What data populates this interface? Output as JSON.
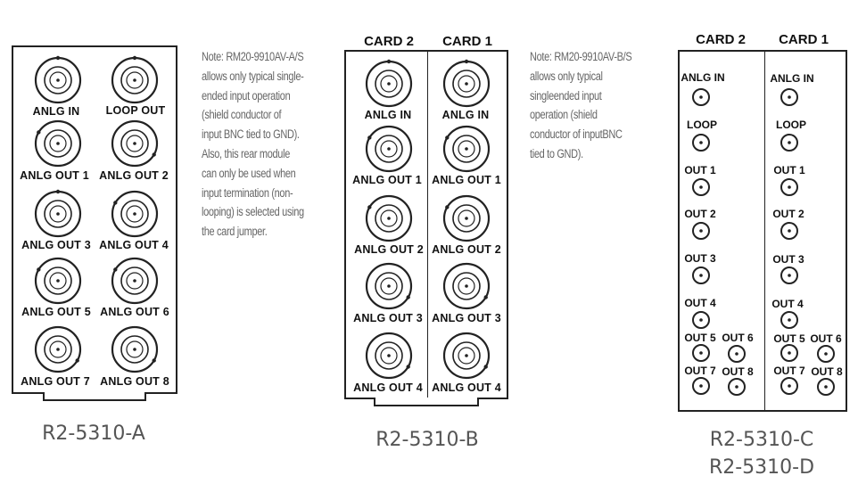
{
  "modules": {
    "a": {
      "model": "R2-5310-A",
      "labels": {
        "anlg_in": "ANLG IN",
        "loop_out": "LOOP OUT",
        "out1": "ANLG OUT 1",
        "out2": "ANLG OUT 2",
        "out3": "ANLG OUT 3",
        "out4": "ANLG OUT 4",
        "out5": "ANLG OUT 5",
        "out6": "ANLG OUT 6",
        "out7": "ANLG OUT 7",
        "out8": "ANLG OUT 8"
      }
    },
    "b": {
      "model": "R2-5310-B",
      "card2_header": "CARD 2",
      "card1_header": "CARD 1",
      "card2": {
        "anlg_in": "ANLG IN",
        "out1": "ANLG OUT 1",
        "out2": "ANLG OUT 2",
        "out3": "ANLG OUT 3",
        "out4": "ANLG OUT 4"
      },
      "card1": {
        "anlg_in": "ANLG IN",
        "out1": "ANLG OUT 1",
        "out2": "ANLG OUT 2",
        "out3": "ANLG OUT 3",
        "out4": "ANLG OUT 4"
      }
    },
    "cd": {
      "model_line1": "R2-5310-C",
      "model_line2": "R2-5310-D",
      "card2_header": "CARD 2",
      "card1_header": "CARD 1",
      "card2": {
        "anlg_in": "ANLG IN",
        "loop": "LOOP",
        "out1": "OUT 1",
        "out2": "OUT 2",
        "out3": "OUT 3",
        "out4": "OUT 4",
        "out5": "OUT 5",
        "out6": "OUT 6",
        "out7": "OUT 7",
        "out8": "OUT 8"
      },
      "card1": {
        "anlg_in": "ANLG IN",
        "loop": "LOOP",
        "out1": "OUT 1",
        "out2": "OUT 2",
        "out3": "OUT 3",
        "out4": "OUT 4",
        "out5": "OUT 5",
        "out6": "OUT 6",
        "out7": "OUT 7",
        "out8": "OUT 8"
      }
    }
  },
  "notes": {
    "note_a": [
      "Note: RM20-9910AV-A/S",
      "allows only typical single-",
      "ended input operation",
      "(shield conductor of",
      "input BNC tied to GND).",
      "Also, this rear module",
      "can only be used when",
      "input termination (non-",
      "looping) is selected using",
      "the card jumper."
    ],
    "note_b": [
      "Note: RM20-9910AV-B/S",
      "allows only typical",
      "singleended input",
      "operation (shield",
      "conductor of inputBNC",
      "tied to GND)."
    ]
  },
  "colors": {
    "outline": "#222222",
    "note_text": "#666666",
    "model_text": "#555555"
  }
}
